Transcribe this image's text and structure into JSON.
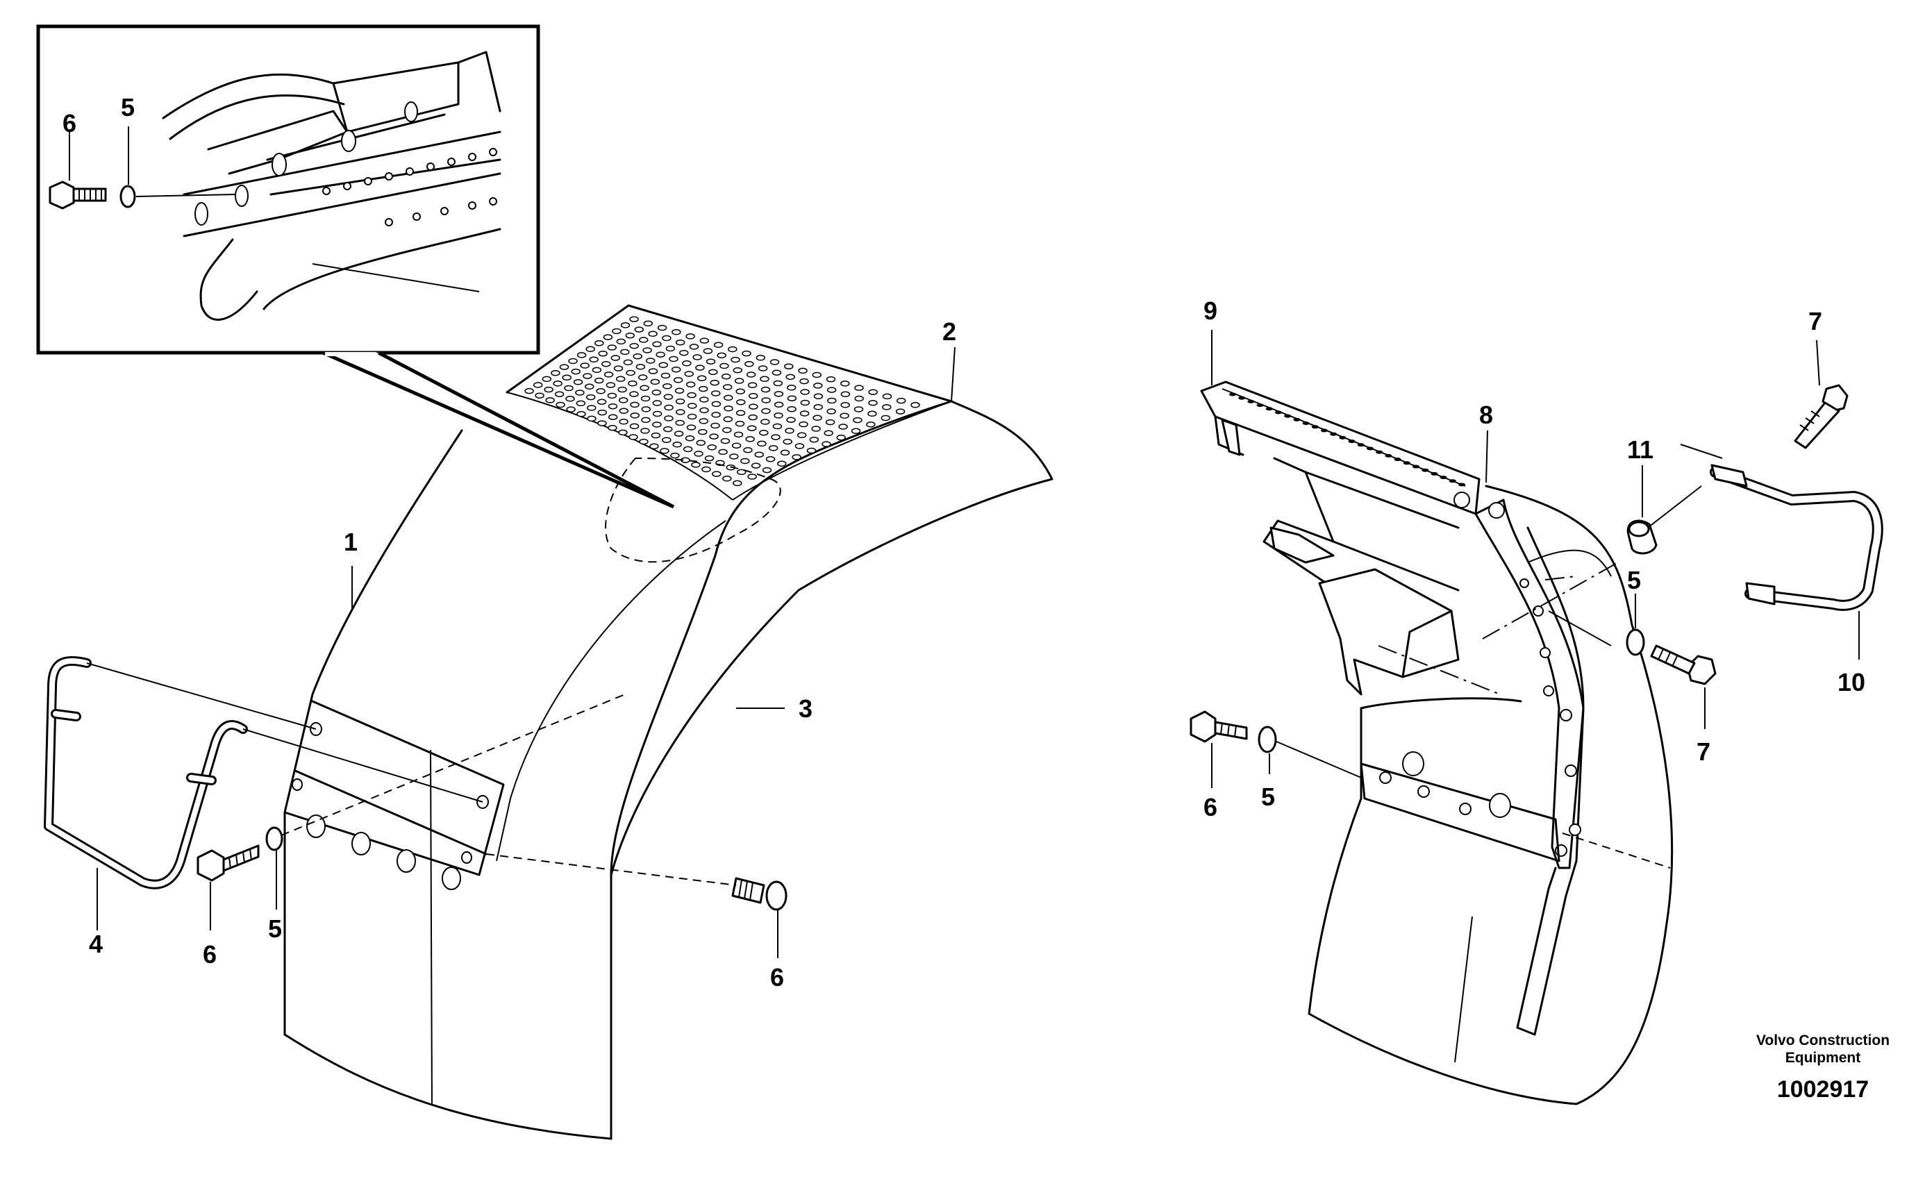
{
  "diagram": {
    "callouts": {
      "inset_6": "6",
      "inset_5": "5",
      "part_1": "1",
      "part_2": "2",
      "part_3": "3",
      "part_4": "4",
      "left_5": "5",
      "left_6a": "6",
      "left_6b": "6",
      "part_9": "9",
      "part_8": "8",
      "part_11": "11",
      "right_7a": "7",
      "right_5a": "5",
      "right_7b": "7",
      "part_10": "10",
      "right_6": "6",
      "right_5b": "5"
    },
    "brand_line1": "Volvo Construction",
    "brand_line2": "Equipment",
    "drawing_number": "1002917"
  }
}
